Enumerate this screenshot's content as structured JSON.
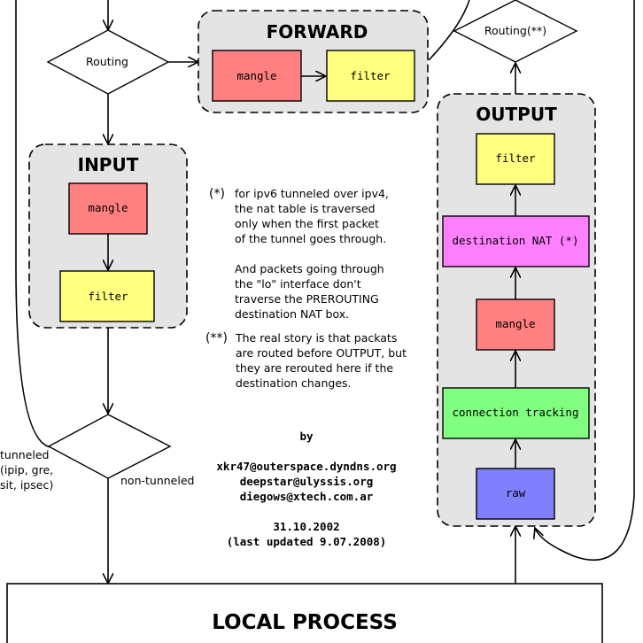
{
  "chains": {
    "forward": {
      "title": "FORWARD",
      "tables": [
        "mangle",
        "filter"
      ]
    },
    "input": {
      "title": "INPUT",
      "tables": [
        "mangle",
        "filter"
      ]
    },
    "output": {
      "title": "OUTPUT",
      "tables": [
        "filter",
        "destination NAT (*)",
        "mangle",
        "connection tracking",
        "raw"
      ]
    }
  },
  "decisions": {
    "routing_left": "Routing",
    "routing_right": "Routing(**)"
  },
  "branch_labels": {
    "tunneled": [
      "tunneled",
      "(ipip, gre,",
      "sit, ipsec)"
    ],
    "non_tunneled": "non-tunneled"
  },
  "notes": {
    "note1_marker": "(*)",
    "note1_lines": [
      "for ipv6 tunneled over ipv4,",
      "the nat table is traversed",
      "only when the first packet",
      "of the tunnel goes through.",
      "",
      "And packets going through",
      "the \"lo\" interface don't",
      "traverse the PREROUTING",
      "destination NAT box."
    ],
    "note2_marker": "(**)",
    "note2_lines": [
      "The real story is that packats",
      "are routed before OUTPUT, but",
      "they are rerouted here if the",
      "destination changes."
    ]
  },
  "credits": {
    "by": "by",
    "authors": [
      "xkr47@outerspace.dyndns.org",
      "deepstar@ulyssis.org",
      "diegows@xtech.com.ar"
    ],
    "date": "31.10.2002",
    "updated": "(last updated 9.07.2008)"
  },
  "local_process": "LOCAL PROCESS",
  "colors": {
    "chain_bg": "#e4e4e4",
    "mangle": "#ff8080",
    "filter": "#ffff80",
    "nat": "#ff80ff",
    "conntrack": "#80ff80",
    "raw": "#8080ff"
  }
}
